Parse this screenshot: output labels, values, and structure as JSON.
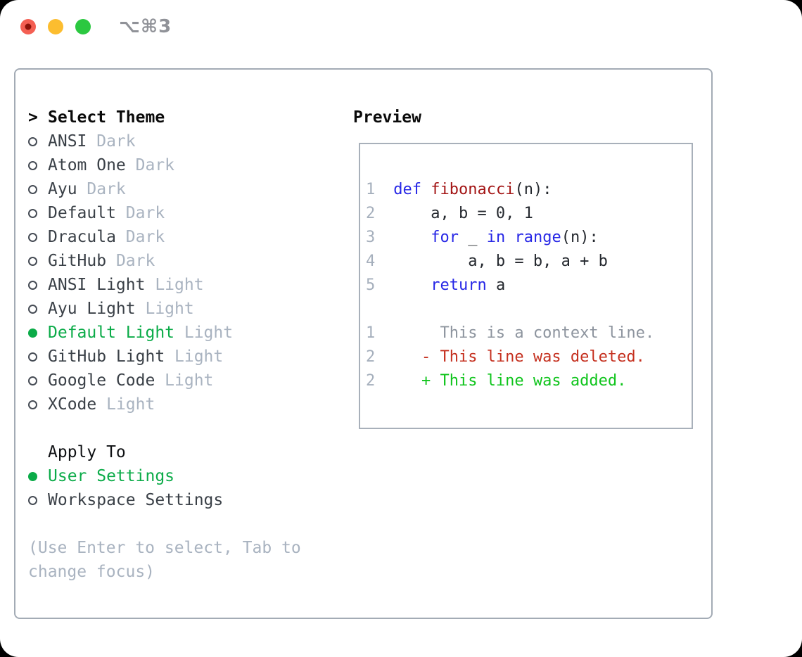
{
  "window": {
    "shortcut_label": "⌥⌘3"
  },
  "colors": {
    "selection_green": "#0bab48",
    "added_green": "#0ec41b",
    "deleted_red": "#c5301f",
    "keyword_blue": "#2727e6",
    "function_red": "#a31515",
    "muted_gray": "#a9b3c0",
    "panel_border_gray": "#a3abb5",
    "traffic_red": "#f45f53",
    "traffic_yellow": "#fcbd2f",
    "traffic_green": "#2bc840"
  },
  "theme_picker": {
    "prompt": ">",
    "title": "Select Theme",
    "items": [
      {
        "name": "ANSI",
        "tag": "Dark",
        "selected": false
      },
      {
        "name": "Atom One",
        "tag": "Dark",
        "selected": false
      },
      {
        "name": "Ayu",
        "tag": "Dark",
        "selected": false
      },
      {
        "name": "Default",
        "tag": "Dark",
        "selected": false
      },
      {
        "name": "Dracula",
        "tag": "Dark",
        "selected": false
      },
      {
        "name": "GitHub",
        "tag": "Dark",
        "selected": false
      },
      {
        "name": "ANSI Light",
        "tag": "Light",
        "selected": false
      },
      {
        "name": "Ayu Light",
        "tag": "Light",
        "selected": false
      },
      {
        "name": "Default Light",
        "tag": "Light",
        "selected": true
      },
      {
        "name": "GitHub Light",
        "tag": "Light",
        "selected": false
      },
      {
        "name": "Google Code",
        "tag": "Light",
        "selected": false
      },
      {
        "name": "XCode",
        "tag": "Light",
        "selected": false
      }
    ]
  },
  "apply_to": {
    "title": "Apply To",
    "options": [
      {
        "label": "User Settings",
        "selected": true
      },
      {
        "label": "Workspace Settings",
        "selected": false
      }
    ]
  },
  "hint": {
    "line1": "(Use Enter to select, Tab to",
    "line2": "change focus)"
  },
  "preview": {
    "title": "Preview",
    "code_lines": [
      {
        "num": "1",
        "segments": [
          {
            "t": "def",
            "c": "keyword"
          },
          {
            "t": " "
          },
          {
            "t": "fibonacci",
            "c": "function"
          },
          {
            "t": "(n):"
          }
        ]
      },
      {
        "num": "2",
        "segments": [
          {
            "t": "    a, b = 0, 1"
          }
        ]
      },
      {
        "num": "3",
        "segments": [
          {
            "t": "    "
          },
          {
            "t": "for",
            "c": "keyword"
          },
          {
            "t": " _ "
          },
          {
            "t": "in",
            "c": "keyword"
          },
          {
            "t": " "
          },
          {
            "t": "range",
            "c": "keyword"
          },
          {
            "t": "(n):"
          }
        ]
      },
      {
        "num": "4",
        "segments": [
          {
            "t": "        a, b = b, a + b"
          }
        ]
      },
      {
        "num": "5",
        "segments": [
          {
            "t": "    "
          },
          {
            "t": "return",
            "c": "keyword"
          },
          {
            "t": " a"
          }
        ]
      }
    ],
    "diff_lines": [
      {
        "num": "1",
        "text": "     This is a context line.",
        "kind": "context"
      },
      {
        "num": "2",
        "text": "   - This line was deleted.",
        "kind": "deleted"
      },
      {
        "num": "2",
        "text": "   + This line was added.",
        "kind": "added"
      }
    ]
  }
}
